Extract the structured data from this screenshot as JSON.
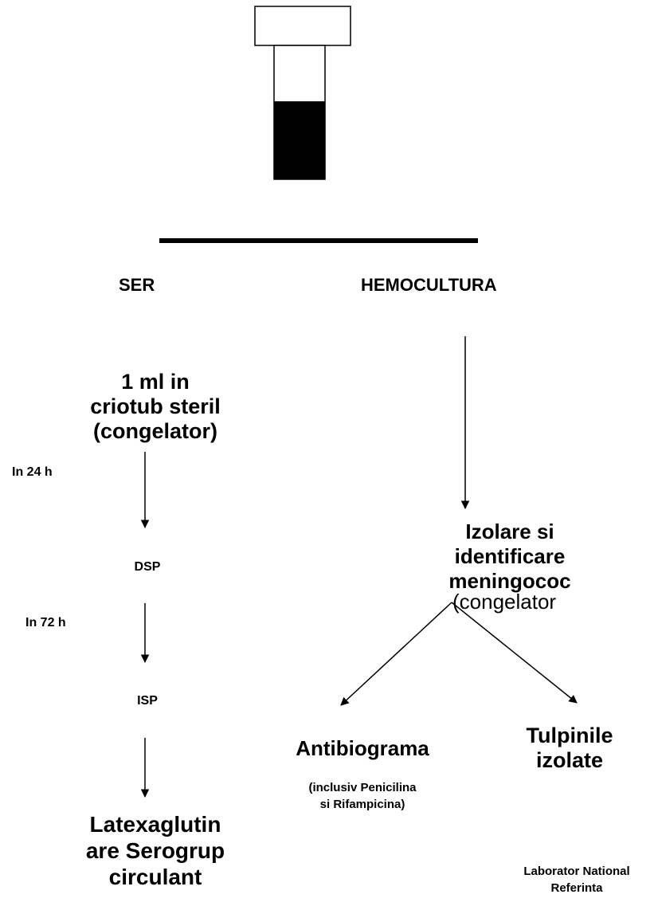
{
  "top_label_left": "SER",
  "top_label_right": "HEMOCULTURA",
  "ser": {
    "step1_lines": [
      "1 ml in",
      "criotub steril",
      "(congelator)"
    ],
    "time1": "In 24 h",
    "step2": "DSP",
    "time2": "In 72 h",
    "step3": "ISP",
    "step4_lines": [
      "Latexaglutin",
      "are Serogrup",
      "circulant"
    ]
  },
  "hemocultura": {
    "step1_lines": [
      "Izolare si",
      "identificare",
      "meningococ"
    ],
    "step1_note": "(congelator",
    "branch_left_title": "Antibiograma",
    "branch_left_note_lines": [
      "(inclusiv Penicilina",
      "si Rifampicina)"
    ],
    "branch_right_title_lines": [
      "Tulpinile",
      "izolate"
    ],
    "branch_right_note_lines": [
      "Laborator National",
      "Referinta"
    ]
  }
}
